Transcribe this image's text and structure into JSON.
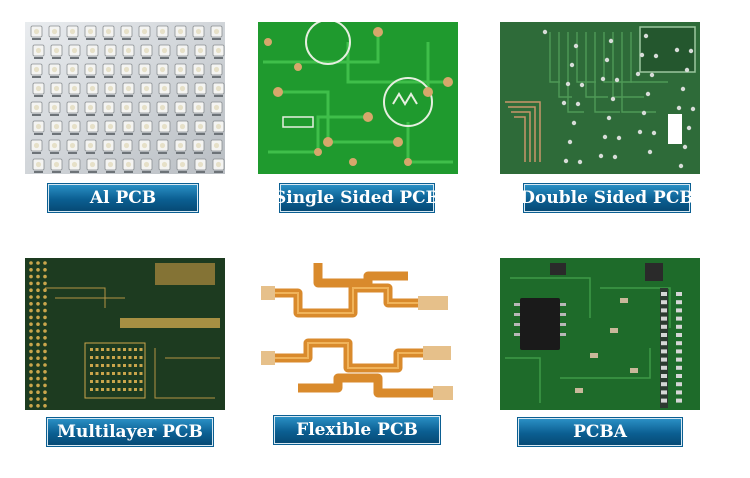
{
  "products": [
    {
      "label": "Al PCB"
    },
    {
      "label": "Single Sided PCB"
    },
    {
      "label": "Double Sided PCB"
    },
    {
      "label": "Multilayer PCB"
    },
    {
      "label": "Flexible PCB"
    },
    {
      "label": "PCBA"
    }
  ]
}
